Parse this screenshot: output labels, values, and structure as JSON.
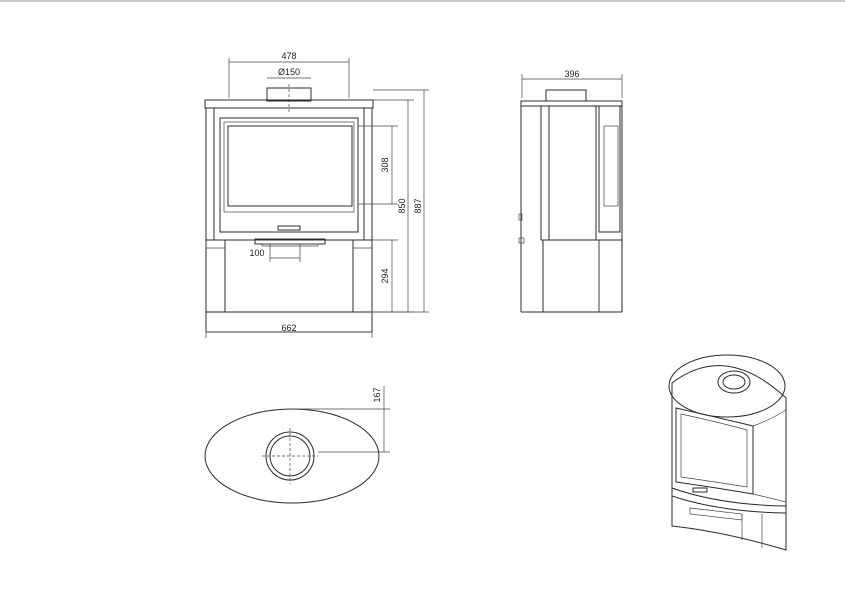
{
  "dimensions": {
    "front_width": "478",
    "flue_diameter": "Ø150",
    "side_depth": "396",
    "door_height": "308",
    "total_height_850": "850",
    "total_height_887": "887",
    "base_height": "294",
    "base_width": "662",
    "ash_width": "100",
    "top_offset": "167"
  },
  "colors": {
    "line": "#2b2b2b",
    "background": "#ffffff"
  }
}
